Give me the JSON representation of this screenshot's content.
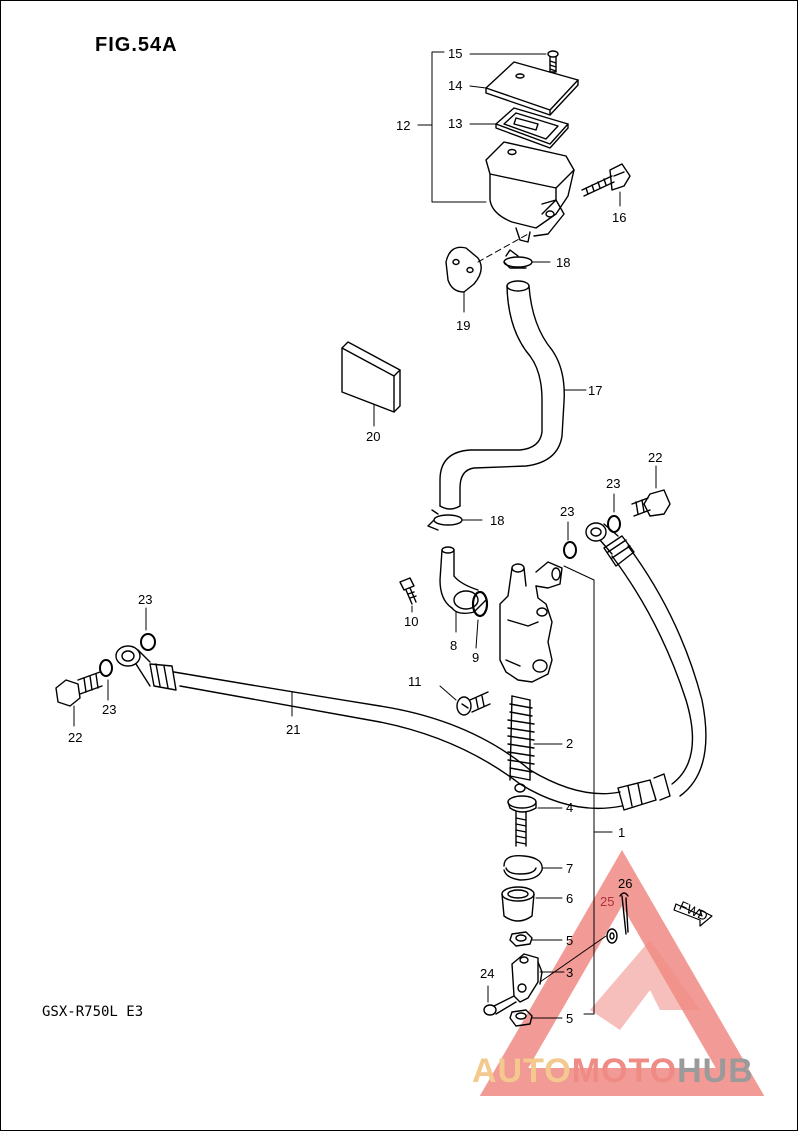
{
  "figure": {
    "title": "FIG.54A",
    "model": "GSX-R750L E3"
  },
  "watermark": {
    "part1": "AUTO",
    "part2": "MOTO",
    "part3": "HUB",
    "colors": {
      "auto": "#f3c98e",
      "moto": "#f08a84",
      "hub": "#9a9a9a",
      "triangle": "#f08a84"
    }
  },
  "fwd_label": "FWD",
  "callouts": {
    "c15": "15",
    "c14": "14",
    "c13": "13",
    "c12": "12",
    "c16": "16",
    "c18a": "18",
    "c19": "19",
    "c17": "17",
    "c20": "20",
    "c22a": "22",
    "c23a": "23",
    "c23b": "23",
    "c18b": "18",
    "c10": "10",
    "c8": "8",
    "c9": "9",
    "c23c": "23",
    "c11": "11",
    "c22b": "22",
    "c23d": "23",
    "c21": "21",
    "c2": "2",
    "c4": "4",
    "c1": "1",
    "c7": "7",
    "c26": "26",
    "c6": "6",
    "c25": "25",
    "c5a": "5",
    "c24": "24",
    "c3": "3",
    "c5b": "5"
  }
}
